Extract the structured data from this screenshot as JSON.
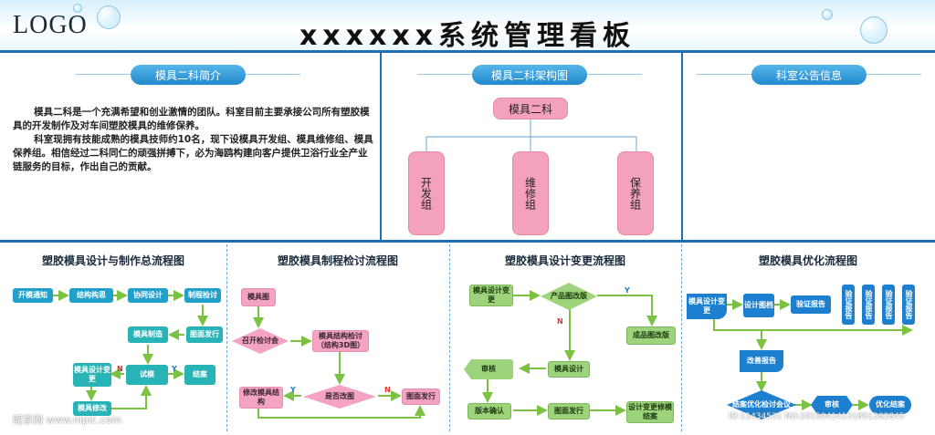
{
  "header": {
    "logo": "LOGO",
    "title": "xxxxxx系统管理看板"
  },
  "panels": {
    "intro_title": "模具二科简介",
    "org_title": "模具二科架构图",
    "notice_title": "科室公告信息"
  },
  "intro": {
    "p1": "模具二科是一个充满希望和创业激情的团队。科室目前主要承接公司所有塑胶模具的开发制作及对车间塑胶模具的维修保养。",
    "p2": "科室现拥有技能成熟的模具技师约10名，现下设模具开发组、模具维修组、模具保养组。相信经过二科同仁的顽强拼搏下，必为海鸥构建向客户提供卫浴行业全产业链服务的目标，作出自己的贡献。"
  },
  "org": {
    "root": "模具二科",
    "c1": "开发组",
    "c2": "维修组",
    "c3": "保养组"
  },
  "flow1": {
    "title": "塑胶模具设计与制作总流程图",
    "n1": "开模通知",
    "n2": "结构构思",
    "n3": "协同设计",
    "n4": "制程检讨",
    "n5": "图面发行",
    "n6": "模具制造",
    "n7": "试模",
    "n8": "结案",
    "n9": "模具设计变更",
    "n10": "模具修改",
    "yes": "Y",
    "no": "N"
  },
  "flow2": {
    "title": "塑胶模具制程检讨流程图",
    "n1": "模具图",
    "n2": "召开检讨会",
    "n3": "模具结构检讨（结构3D图）",
    "n4": "是否改图",
    "n5": "修改模具结构",
    "n6": "图面发行",
    "yes": "Y",
    "no": "N"
  },
  "flow3": {
    "title": "塑胶模具设计变更流程图",
    "n1": "模具设计变更",
    "n2": "产品图改版",
    "n3": "成品图改版",
    "n4": "审核",
    "n5": "模具设计",
    "n6": "版本确认",
    "n7": "图面发行",
    "n8": "设计变更修模结案",
    "yes": "Y",
    "no": "N"
  },
  "flow4": {
    "title": "塑胶模具优化流程图",
    "n1": "模具设计变更",
    "n2": "设计图档",
    "n3": "验证报告",
    "v": "验证报告",
    "n5": "改善报告",
    "n6": "结案优化检讨会议",
    "n7": "审核",
    "n8": "优化结案"
  },
  "watermark": {
    "site": "昵享网 www.nipic.com",
    "id": "ID:11434531 NO:20150414131851382845"
  }
}
